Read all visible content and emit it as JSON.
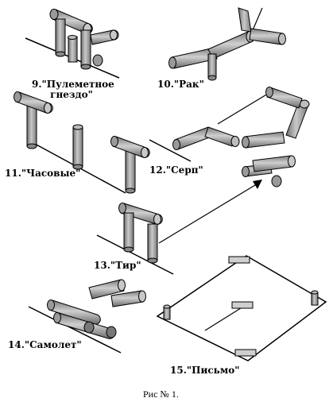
{
  "figures": [
    {
      "id": 9,
      "label_line1": "9.\"Пулеметное",
      "label_line2": "гнездо\""
    },
    {
      "id": 10,
      "label": "10.\"Рак\""
    },
    {
      "id": 11,
      "label": "11.\"Часовые\""
    },
    {
      "id": 12,
      "label": "12.\"Серп\""
    },
    {
      "id": 13,
      "label": "13.\"Тир\""
    },
    {
      "id": 14,
      "label": "14.\"Самолет\""
    },
    {
      "id": 15,
      "label": "15.\"Письмо\""
    }
  ],
  "caption": "Рис № 1."
}
